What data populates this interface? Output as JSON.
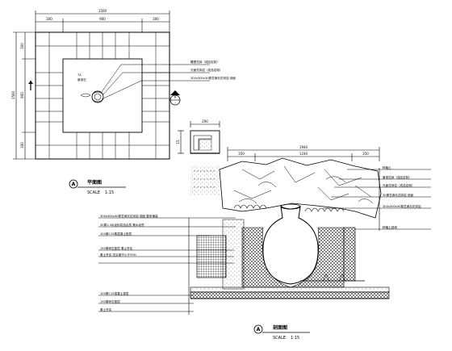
{
  "plan": {
    "dims": {
      "top_total": "1500",
      "top_a": "300",
      "top_b": "900",
      "top_c": "300",
      "left_total": "1500",
      "left_a": "300",
      "left_b": "900",
      "left_c": "300"
    },
    "center_label": "7A",
    "center_sub": "景观石",
    "notes": [
      "雕塑花钵（成品定制）",
      "光面花岗岩（成品定制）",
      "300x300x30厚芝麻灰花岗岩 烧面"
    ],
    "section_marker": {
      "letter": "A",
      "sheet": "-"
    },
    "title": {
      "letter": "A",
      "name": "平面图",
      "scale_label": "SCALE",
      "scale": "1:15"
    }
  },
  "detail": {
    "dim_width": "200",
    "dim_height": "15"
  },
  "section": {
    "top_dims": {
      "total": "1940",
      "a": "350",
      "b": "1240",
      "c": "350"
    },
    "left_notes": [
      "300x300x30厚芝麻灰花岗岩 烧面 整体铺装",
      "30厚1:3水泥砂浆结合层 素水泥膏",
      "100厚C15素混凝土垫层",
      "150厚碎石垫层 素土夯实",
      "素土夯实 压实度不小于93%",
      "100厚C15混凝土垫层",
      "150厚碎石垫层",
      "素土夯实"
    ],
    "right_notes": [
      "种植土",
      "景观花钵（成品定制）",
      "光面花岗岩（成品定制）",
      "30厚芝麻灰花岗岩 烧面",
      "300x300x30厚芝麻灰花岗岩",
      "种植土回填"
    ],
    "title": {
      "letter": "A",
      "name": "剖面图",
      "scale_label": "SCALE",
      "scale": "1:15"
    }
  }
}
